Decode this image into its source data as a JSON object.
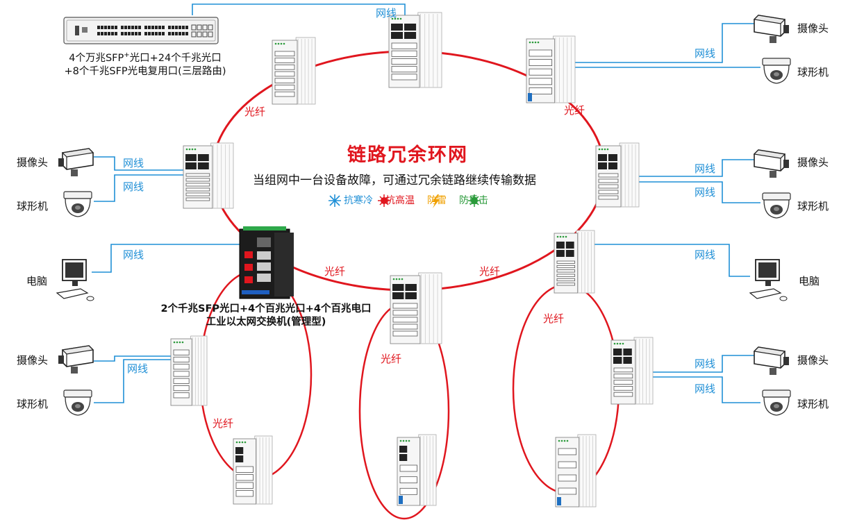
{
  "title": "链路冗余环网",
  "subtitle": "当组网中一台设备故障，可通过冗余链路继续传输数据",
  "features": [
    {
      "icon": "snowflake-icon",
      "text": "抗寒冷",
      "color": "#1f8fd6"
    },
    {
      "icon": "sun-icon",
      "text": "抗高温",
      "color": "#e0161e"
    },
    {
      "icon": "lightning-icon",
      "text": "防雷",
      "color": "#f0a000"
    },
    {
      "icon": "impact-icon",
      "text": "防重击",
      "color": "#2a9a3a"
    }
  ],
  "core_switch": {
    "line1_pre": "4个万兆SFP",
    "line1_sup": "+",
    "line1_post": "光口+24个千兆光口",
    "line2": "+8个千兆SFP光电复用口(三层路由)"
  },
  "managed_switch": {
    "line1": "2个千兆SFP光口+4个百兆光口+4个百兆电口",
    "line2": "工业以太网交换机(管理型)"
  },
  "labels": {
    "cable": "网线",
    "fiber": "光纤",
    "camera": "摄像头",
    "dome": "球形机",
    "pc": "电脑"
  },
  "colors": {
    "ring": "#e0161e",
    "cable": "#1f8fd6",
    "text": "#111111"
  }
}
